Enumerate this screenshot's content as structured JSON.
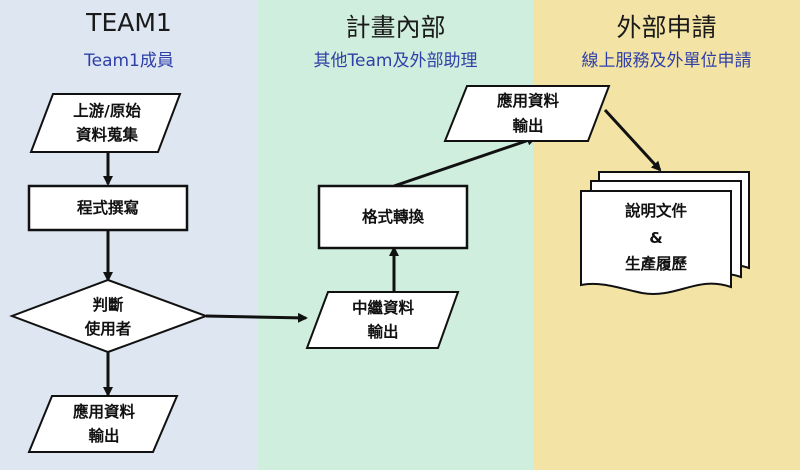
{
  "lanes": [
    {
      "title": "TEAM1",
      "subtitle": "Team1成員"
    },
    {
      "title": "計畫內部",
      "subtitle": "其他Team及外部助理"
    },
    {
      "title": "外部申請",
      "subtitle": "線上服務及外單位申請"
    }
  ],
  "nodes": {
    "collect": {
      "line1": "上游/原始",
      "line2": "資料蒐集"
    },
    "coding": {
      "line1": "程式撰寫"
    },
    "judge": {
      "line1": "判斷",
      "line2": "使用者"
    },
    "output1": {
      "line1": "應用資料",
      "line2": "輸出"
    },
    "relay": {
      "line1": "中繼資料",
      "line2": "輸出"
    },
    "convert": {
      "line1": "格式轉換"
    },
    "output2": {
      "line1": "應用資料",
      "line2": "輸出"
    },
    "docs": {
      "line1": "說明文件",
      "line2": "&",
      "line3": "生產履歷"
    }
  }
}
